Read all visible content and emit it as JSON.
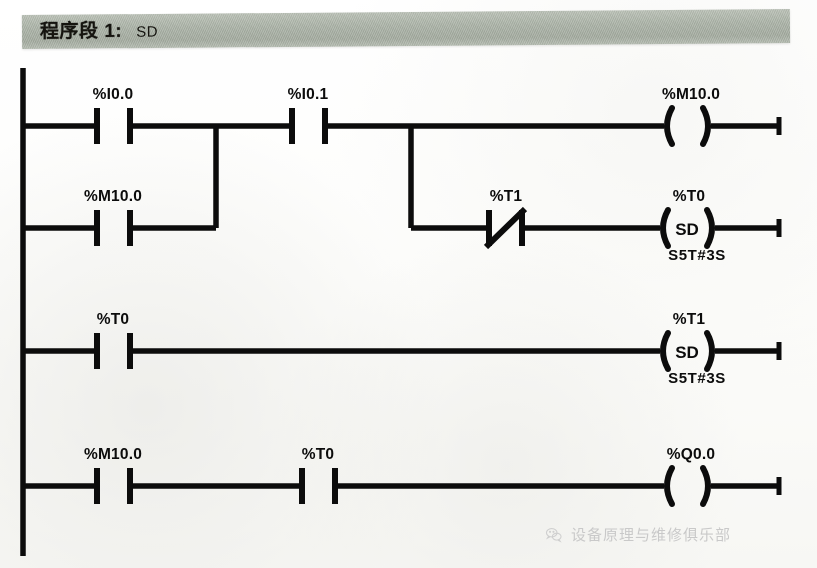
{
  "header": {
    "segment_label": "程序段 1:",
    "mode": "SD",
    "bar_color": "#a9b1a5"
  },
  "footer": {
    "watermark_text": "设备原理与维修俱乐部",
    "icon": "wechat-icon",
    "color": "#c9c9c9"
  },
  "diagram": {
    "type": "ladder-logic",
    "line_color": "#0c0c0c",
    "rungs": [
      {
        "id": "rung-1",
        "elements": [
          {
            "kind": "contact-no",
            "label": "%I0.0",
            "row": 1
          },
          {
            "kind": "contact-no",
            "label": "%M10.0",
            "row": 2,
            "branch": "parallel"
          },
          {
            "kind": "contact-no",
            "label": "%I0.1",
            "row": 1
          },
          {
            "kind": "coil",
            "label": "%M10.0",
            "row": 1
          },
          {
            "kind": "contact-nc",
            "label": "%T1",
            "row": 2,
            "branch": "parallel"
          },
          {
            "kind": "coil-timer",
            "label": "%T0",
            "row": 2,
            "coil_text": "SD",
            "preset": "S5T#3S"
          }
        ]
      },
      {
        "id": "rung-2",
        "elements": [
          {
            "kind": "contact-no",
            "label": "%T0",
            "row": 1
          },
          {
            "kind": "coil-timer",
            "label": "%T1",
            "row": 1,
            "coil_text": "SD",
            "preset": "S5T#3S"
          }
        ]
      },
      {
        "id": "rung-3",
        "elements": [
          {
            "kind": "contact-no",
            "label": "%M10.0",
            "row": 1
          },
          {
            "kind": "contact-no",
            "label": "%T0",
            "row": 1
          },
          {
            "kind": "coil",
            "label": "%Q0.0",
            "row": 1
          }
        ]
      }
    ],
    "labels": {
      "r1_i00": "%I0.0",
      "r1_m100_branch": "%M10.0",
      "r1_i01": "%I0.1",
      "r1_coil_m100": "%M10.0",
      "r1_t1_nc": "%T1",
      "r1_coil_t0": "%T0",
      "r1_coil_t0_sd": "SD",
      "r1_coil_t0_preset": "S5T#3S",
      "r2_t0": "%T0",
      "r2_coil_t1": "%T1",
      "r2_coil_t1_sd": "SD",
      "r2_coil_t1_preset": "S5T#3S",
      "r3_m100": "%M10.0",
      "r3_t0": "%T0",
      "r3_coil_q00": "%Q0.0"
    }
  }
}
